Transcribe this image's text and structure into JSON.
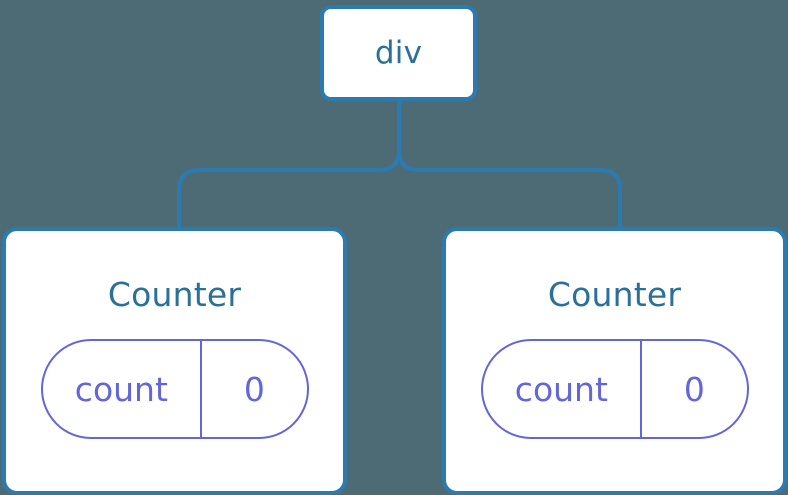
{
  "diagram": {
    "type": "component-tree",
    "background_color": "#4d6b75",
    "node_border_color": "#2b7bb0",
    "node_title_color": "#2b7099",
    "state_color": "#6366d8",
    "connector_color": "#2b7bb0"
  },
  "root": {
    "label": "div"
  },
  "children": [
    {
      "label": "Counter",
      "state": {
        "key": "count",
        "value": "0"
      }
    },
    {
      "label": "Counter",
      "state": {
        "key": "count",
        "value": "0"
      }
    }
  ]
}
